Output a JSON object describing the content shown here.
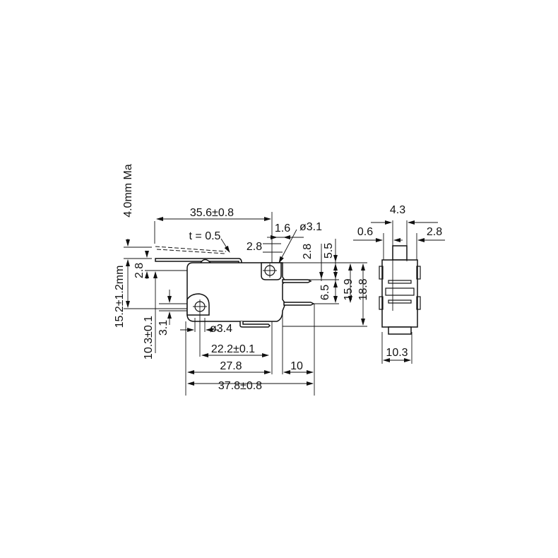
{
  "drawing": {
    "front_view": {
      "lever_length": "35.6±0.8",
      "lever_thickness": "t = 0.5",
      "dim_2_8_horizontal": "2.8",
      "dim_1_6": "1.6",
      "hole_diameter_top": "ø3.1",
      "dim_2_8_vertical_right": "2.8",
      "dim_5_5": "5.5",
      "dim_6_5": "6.5",
      "dim_15_9": "15.9",
      "dim_18_8": "18.8",
      "overtravel": "4.0mm Ma",
      "operating_position": "15.2±1.2mm",
      "dim_2_8_vertical_left": "2.8",
      "dim_10_3": "10.3±0.1",
      "dim_3_1": "3.1",
      "hole_diameter_bottom": "ø3.4",
      "hole_spacing": "22.2±0.1",
      "dim_27_8": "27.8",
      "dim_10": "10",
      "overall_length": "37.8±0.8"
    },
    "side_view": {
      "dim_4_3": "4.3",
      "dim_0_6": "0.6",
      "dim_2_8": "2.8",
      "width": "10.3"
    }
  }
}
